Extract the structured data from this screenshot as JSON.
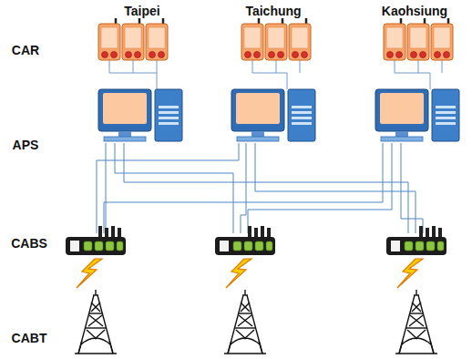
{
  "diagram": {
    "labels": [
      "Taipei",
      "Taichung",
      "Kaohsiung",
      "CAR",
      "APS",
      "CABS",
      "CABT"
    ]
  }
}
